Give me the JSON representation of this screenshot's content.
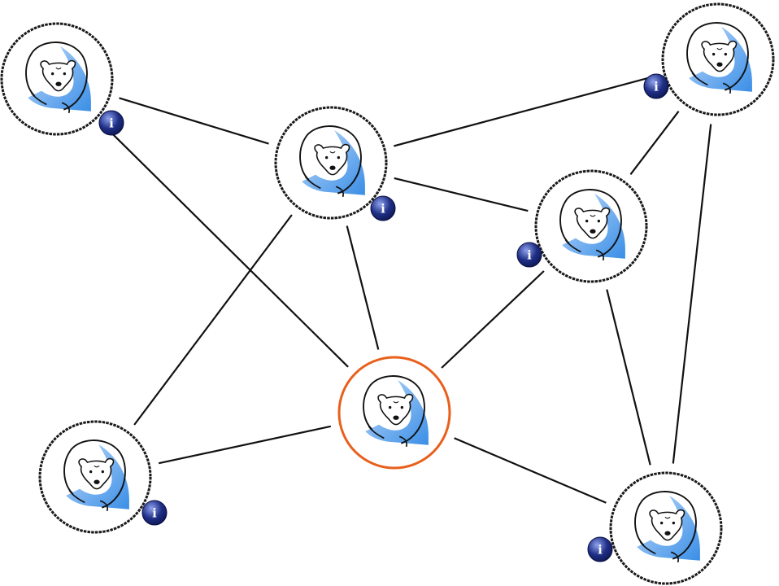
{
  "diagram": {
    "type": "peer-network",
    "node_icon": "polar-bear-logo-icon",
    "info_icon": "info-icon",
    "info_glyph": "i",
    "colors": {
      "background": "#ffffff",
      "edge": "#111111",
      "node_border": "#1a1a1a",
      "highlight_border": "#e8601c",
      "logo_blue": "#3a8ee6",
      "logo_blue_light": "#bcd9fb",
      "info_badge": "#1f2f86"
    },
    "nodes": [
      {
        "id": "n1",
        "has_info": true,
        "highlighted": false
      },
      {
        "id": "n2",
        "has_info": true,
        "highlighted": false
      },
      {
        "id": "n3",
        "has_info": true,
        "highlighted": false
      },
      {
        "id": "n4",
        "has_info": true,
        "highlighted": false
      },
      {
        "id": "n5",
        "has_info": false,
        "highlighted": true
      },
      {
        "id": "n6",
        "has_info": true,
        "highlighted": false
      },
      {
        "id": "n7",
        "has_info": true,
        "highlighted": false
      }
    ],
    "edges": [
      [
        "n1",
        "n2"
      ],
      [
        "n1",
        "n5"
      ],
      [
        "n2",
        "n3"
      ],
      [
        "n2",
        "n4"
      ],
      [
        "n2",
        "n5"
      ],
      [
        "n2",
        "n6"
      ],
      [
        "n3",
        "n4"
      ],
      [
        "n3",
        "n7"
      ],
      [
        "n4",
        "n5"
      ],
      [
        "n4",
        "n7"
      ],
      [
        "n5",
        "n6"
      ],
      [
        "n5",
        "n7"
      ]
    ]
  }
}
